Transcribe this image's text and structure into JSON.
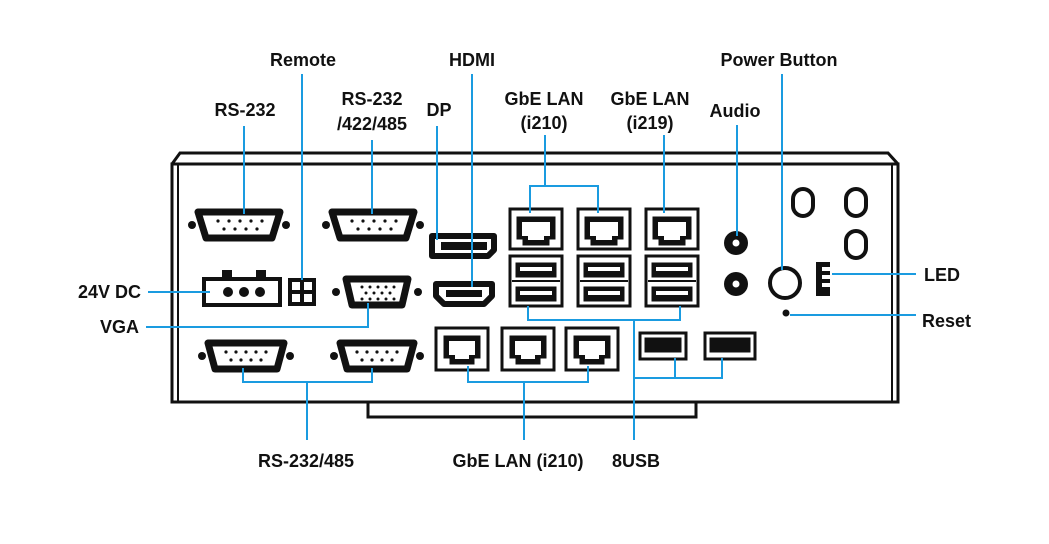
{
  "labels": {
    "remote": "Remote",
    "hdmi": "HDMI",
    "power_button": "Power Button",
    "rs232_top": "RS-232",
    "rs232_422_485_line1": "RS-232",
    "rs232_422_485_line2": "/422/485",
    "dp": "DP",
    "gbe_i210_top_line1": "GbE LAN",
    "gbe_i210_top_line2": "(i210)",
    "gbe_i219_line1": "GbE LAN",
    "gbe_i219_line2": "(i219)",
    "audio": "Audio",
    "dc24v": "24V DC",
    "vga": "VGA",
    "led": "LED",
    "reset": "Reset",
    "rs232_485_bottom": "RS-232/485",
    "gbe_i210_bottom": "GbE LAN (i210)",
    "usb8": "8USB"
  },
  "colors": {
    "leader": "#1a9be0",
    "outline": "#111111",
    "background": "#ffffff"
  }
}
